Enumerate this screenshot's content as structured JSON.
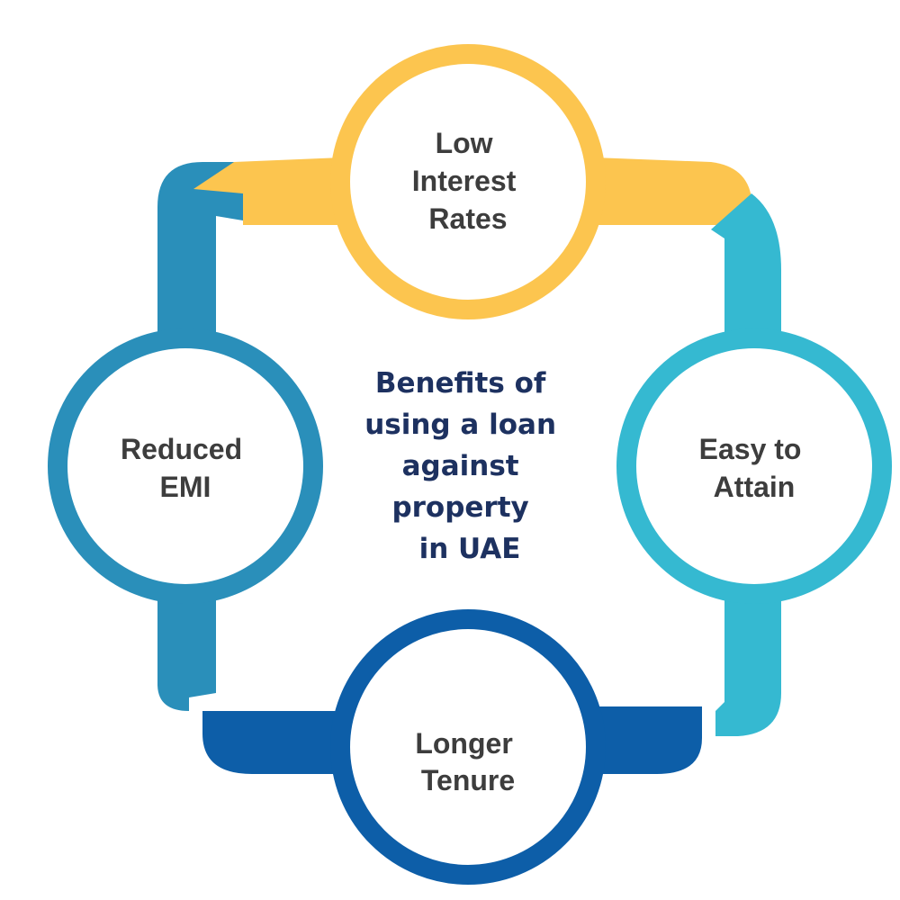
{
  "center": {
    "title_lines": [
      "Benefits of",
      "using a loan",
      "against",
      "property",
      "in UAE"
    ]
  },
  "nodes": {
    "top": {
      "lines": [
        "Low",
        "Interest",
        "Rates"
      ],
      "color": "#fcc54f"
    },
    "right": {
      "lines": [
        "Easy to",
        "Attain"
      ],
      "color": "#35b9d1"
    },
    "bottom": {
      "lines": [
        "Longer",
        "Tenure"
      ],
      "color": "#0d5ea8"
    },
    "left": {
      "lines": [
        "Reduced",
        "EMI"
      ],
      "color": "#2a8fba"
    }
  },
  "colors": {
    "text": "#3d3d3d",
    "title": "#1d3160",
    "background": "#ffffff"
  }
}
